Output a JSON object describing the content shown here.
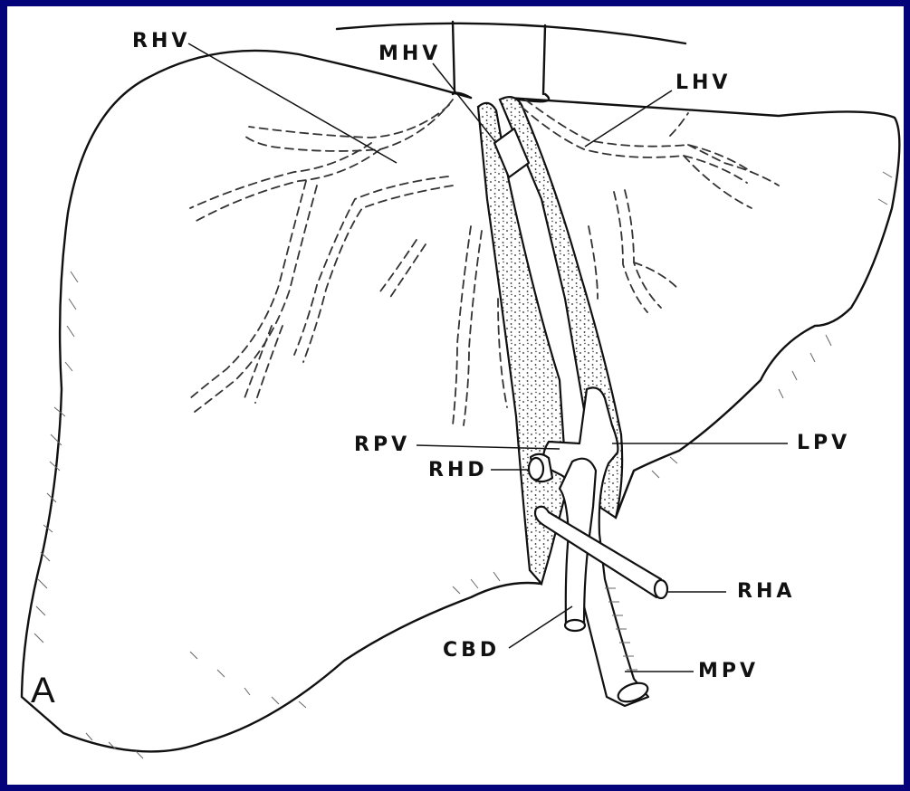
{
  "figure": {
    "panel_letter": "A",
    "labels": {
      "rhv": "RHV",
      "mhv": "MHV",
      "lhv": "LHV",
      "rpv": "RPV",
      "lpv": "LPV",
      "rhd": "RHD",
      "rha": "RHA",
      "cbd": "CBD",
      "mpv": "MPV"
    }
  },
  "colors": {
    "border": "#05037a",
    "background": "#ffffff",
    "ink": "#111111"
  }
}
